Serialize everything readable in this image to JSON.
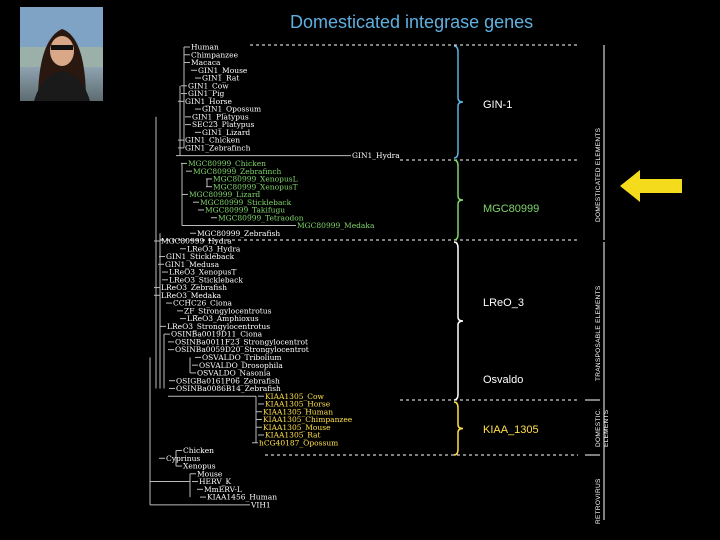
{
  "title": "Domesticated integrase genes",
  "groups": [
    {
      "label": "GIN-1",
      "color": "#ffffff"
    },
    {
      "label": "MGC80999",
      "color": "#7fd46a"
    },
    {
      "label": "LReO_3",
      "color": "#ffffff"
    },
    {
      "label": "Osvaldo",
      "color": "#ffffff"
    },
    {
      "label": "KIAA_1305",
      "color": "#ffe04a"
    }
  ],
  "side_labels": [
    "DOMESTICATED ELEMENTS",
    "TRANSPOSABLE ELEMENTS",
    "DOMESTIC. ELEMENTS",
    "RETROVIRUS"
  ],
  "colors": {
    "white": "#ffffff",
    "green": "#7fd46a",
    "yellow": "#ffe04a",
    "blue": "#5fb0e0",
    "arrow": "#f4dc1c"
  },
  "arrow_icon": "left-arrow-icon",
  "taxa": [
    {
      "name": "Human",
      "color": "#ffffff"
    },
    {
      "name": "Chimpanzee",
      "color": "#ffffff"
    },
    {
      "name": "Macaca",
      "color": "#ffffff"
    },
    {
      "name": "GIN1_Mouse",
      "color": "#ffffff"
    },
    {
      "name": "GIN1_Rat",
      "color": "#ffffff"
    },
    {
      "name": "GIN1_Cow",
      "color": "#ffffff"
    },
    {
      "name": "GIN1_Pig",
      "color": "#ffffff"
    },
    {
      "name": "GIN1_Horse",
      "color": "#ffffff"
    },
    {
      "name": "GIN1_Opossum",
      "color": "#ffffff"
    },
    {
      "name": "GIN1_Platypus",
      "color": "#ffffff"
    },
    {
      "name": "SEC23_Platypus",
      "color": "#ffffff"
    },
    {
      "name": "GIN1_Lizard",
      "color": "#ffffff"
    },
    {
      "name": "GIN1_Chicken",
      "color": "#ffffff"
    },
    {
      "name": "GIN1_Zebrafinch",
      "color": "#ffffff"
    },
    {
      "name": "GIN1_Hydra",
      "color": "#ffffff"
    },
    {
      "name": "MGC80999_Chicken",
      "color": "#7fd46a"
    },
    {
      "name": "MGC80999_Zebrafinch",
      "color": "#7fd46a"
    },
    {
      "name": "MGC80999_XenopusL",
      "color": "#7fd46a"
    },
    {
      "name": "MGC80999_XenopusT",
      "color": "#7fd46a"
    },
    {
      "name": "MGC80999_Lizard",
      "color": "#7fd46a"
    },
    {
      "name": "MGC80999_Stickleback",
      "color": "#7fd46a"
    },
    {
      "name": "MGC80999_Takifugu",
      "color": "#7fd46a"
    },
    {
      "name": "MGC80999_Tetraodon",
      "color": "#7fd46a"
    },
    {
      "name": "MGC80999_Medaka",
      "color": "#7fd46a"
    },
    {
      "name": "MGC80999_Zebrafish",
      "color": "#ffffff"
    },
    {
      "name": "MGC80999_Hydra",
      "color": "#ffffff"
    },
    {
      "name": "LReO3_Hydra",
      "color": "#ffffff"
    },
    {
      "name": "GIN1_Stickleback",
      "color": "#ffffff"
    },
    {
      "name": "GIN1_Medusa",
      "color": "#ffffff"
    },
    {
      "name": "LReO3_XenopusT",
      "color": "#ffffff"
    },
    {
      "name": "LReO3_Stickleback",
      "color": "#ffffff"
    },
    {
      "name": "LReO3_Zebrafish",
      "color": "#ffffff"
    },
    {
      "name": "LReO3_Medaka",
      "color": "#ffffff"
    },
    {
      "name": "CCHC26_Ciona",
      "color": "#ffffff"
    },
    {
      "name": "ZF_Strongylocentrotus",
      "color": "#ffffff"
    },
    {
      "name": "LReO3_Amphioxus",
      "color": "#ffffff"
    },
    {
      "name": "LReO3_Strongylocentrotus",
      "color": "#ffffff"
    },
    {
      "name": "OSINBa0019D11_Ciona",
      "color": "#ffffff"
    },
    {
      "name": "OSINBa0011F23_Strongylocentrot",
      "color": "#ffffff"
    },
    {
      "name": "OSINBa0059D20_Strongylocentrot",
      "color": "#ffffff"
    },
    {
      "name": "OSVALDO_Tribolium",
      "color": "#ffffff"
    },
    {
      "name": "OSVALDO_Drosophila",
      "color": "#ffffff"
    },
    {
      "name": "OSVALDO_Nasonia",
      "color": "#ffffff"
    },
    {
      "name": "OSIGBa0161P06_Zebrafish",
      "color": "#ffffff"
    },
    {
      "name": "OSINBa0086B14_Zebrafish",
      "color": "#ffffff"
    },
    {
      "name": "KIAA1305_Cow",
      "color": "#ffe04a"
    },
    {
      "name": "KIAA1305_Horse",
      "color": "#ffe04a"
    },
    {
      "name": "KIAA1305_Human",
      "color": "#ffe04a"
    },
    {
      "name": "KIAA1305_Chimpanzee",
      "color": "#ffe04a"
    },
    {
      "name": "KIAA1305_Mouse",
      "color": "#ffe04a"
    },
    {
      "name": "KIAA1305_Rat",
      "color": "#ffe04a"
    },
    {
      "name": "hCG40187_Opossum",
      "color": "#ffe04a"
    },
    {
      "name": "Chicken",
      "color": "#ffffff"
    },
    {
      "name": "Cyprinus",
      "color": "#ffffff"
    },
    {
      "name": "Xenopus",
      "color": "#ffffff"
    },
    {
      "name": "Mouse",
      "color": "#ffffff"
    },
    {
      "name": "HERV_K",
      "color": "#ffffff"
    },
    {
      "name": "MmERV-L",
      "color": "#ffffff"
    },
    {
      "name": "KIAA1456_Human",
      "color": "#ffffff"
    },
    {
      "name": "VIH1",
      "color": "#ffffff"
    }
  ]
}
